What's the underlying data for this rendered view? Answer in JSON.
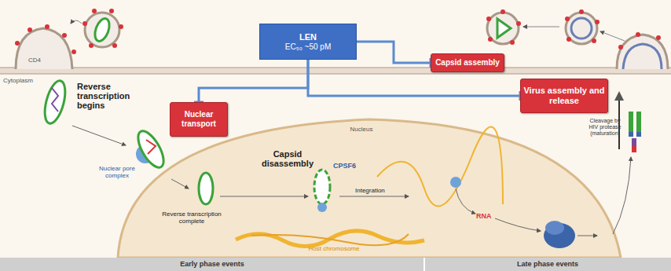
{
  "diagram": {
    "nodes": [
      {
        "text": [
          "LEN",
          "EC₅₀ ~50 pM"
        ]
      },
      {
        "text": [
          "Capsid assembly"
        ]
      },
      {
        "text": [
          "Virus assembly and release"
        ]
      },
      {
        "text": [
          "Nuclear transport"
        ]
      }
    ],
    "edges": [
      {
        "from": 0,
        "to": 1,
        "arrow": "to"
      },
      {
        "from": 0,
        "to": 2,
        "arrow": "to"
      },
      {
        "from": 0,
        "to": 3,
        "arrow": "to"
      }
    ],
    "labels": [
      "CD4",
      "Cytoplasm",
      "Reverse transcription begins",
      "Nuclear pore complex",
      "Nucleus",
      "Reverse transcription complete",
      "Capsid disassembly",
      "CPSF6",
      "Integration",
      "Host chromosome",
      "RNA",
      "Cleavage by HIV protease (maturation)",
      "Early phase events",
      "Late phase events"
    ]
  }
}
